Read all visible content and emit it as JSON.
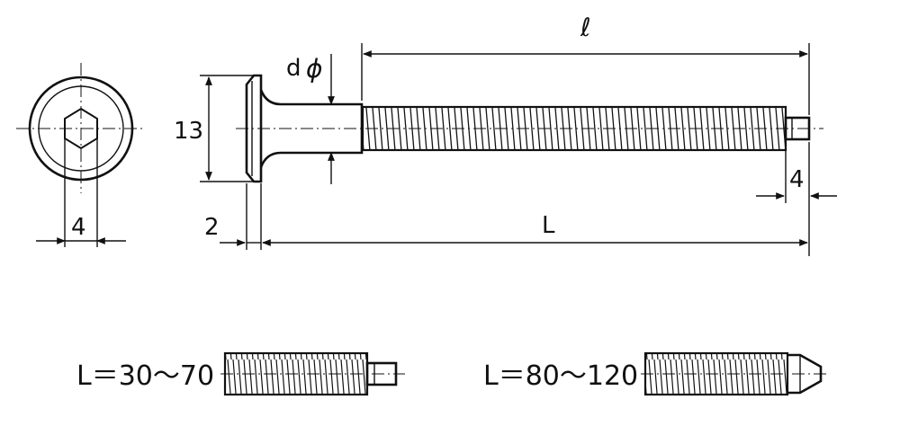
{
  "dimensions": {
    "thread_length": "ℓ",
    "shank_diameter": "d",
    "diameter_symbol": "ϕ",
    "head_diameter": "13",
    "hex_size": "4",
    "head_thickness": "2",
    "total_length": "L",
    "tip_length": "4"
  },
  "variants": [
    {
      "label": "L＝30～70"
    },
    {
      "label": "L＝80～120"
    }
  ]
}
